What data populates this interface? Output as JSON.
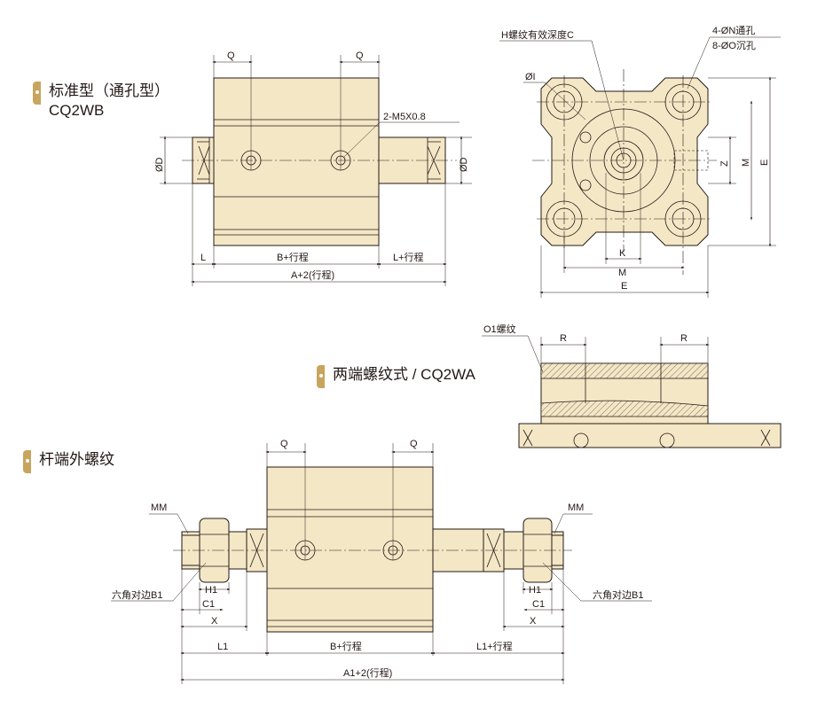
{
  "sections": {
    "standard": {
      "title": "标准型（通孔型）",
      "model": "CQ2WB"
    },
    "both_thread": {
      "title": "两端螺纹式 / CQ2WA"
    },
    "rod_thread": {
      "title": "杆端外螺纹"
    }
  },
  "labels": {
    "q": "Q",
    "phi_d": "ØD",
    "m5": "2-M5X0.8",
    "l": "L",
    "b_stroke": "B+行程",
    "l_stroke": "L+行程",
    "a_stroke": "A+2(行程)",
    "h_thread": "H螺纹有效深度C",
    "phi_i": "ØI",
    "n_hole": "4-ØN通孔",
    "o_hole": "8-ØO沉孔",
    "z": "Z",
    "m": "M",
    "e": "E",
    "k": "K",
    "o1_thread": "O1螺纹",
    "r": "R",
    "mm": "MM",
    "hex_b1": "六角对边B1",
    "h1": "H1",
    "c1": "C1",
    "x": "X",
    "l1": "L1",
    "l1_stroke": "L1+行程",
    "a1_stroke": "A1+2(行程)"
  },
  "colors": {
    "body": "#f4e7c6",
    "marker": "#c8a55e",
    "line": "#231815"
  }
}
